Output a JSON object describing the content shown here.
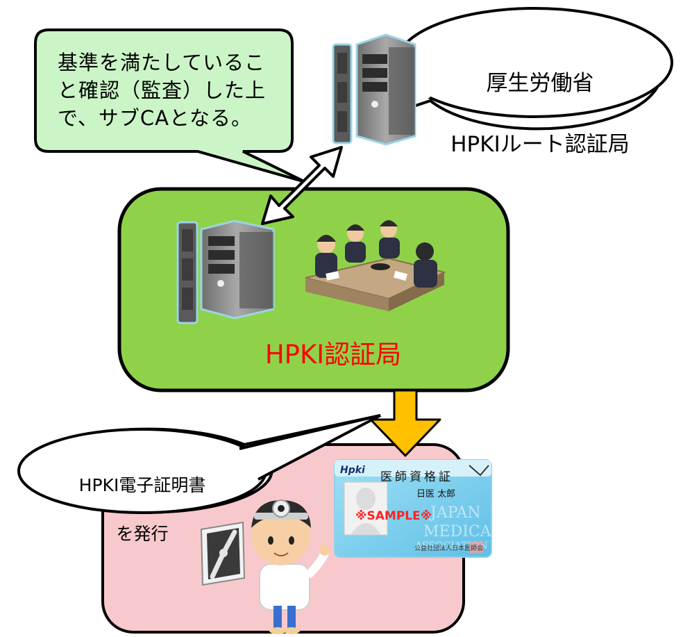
{
  "callout_note": {
    "text": "基準を満たしていること確認（監査）した上で、サブCAとなる。"
  },
  "root_ca": {
    "line1": "厚生労働省",
    "line2": "HPKIルート認証局"
  },
  "hpki_ca": {
    "label": "HPKI認証局"
  },
  "issue_bubble": {
    "line1": "HPKI電子証明書",
    "line2": "を発行"
  },
  "card": {
    "logo": "Hpki",
    "title": "医師資格証",
    "name": "日医 太郎",
    "sample": "※SAMPLE※",
    "association": "公益社団法人日本医師会"
  },
  "colors": {
    "note_fill": "#ccf5c7",
    "ca_box_fill": "#8fd24a",
    "doctor_box_fill": "#f8c9cc",
    "arrow_fill": "#ffc000",
    "ca_label": "#ff0000"
  },
  "icons": [
    "server-icon",
    "meeting-icon",
    "doctor-icon",
    "xray-icon",
    "id-card-icon"
  ]
}
